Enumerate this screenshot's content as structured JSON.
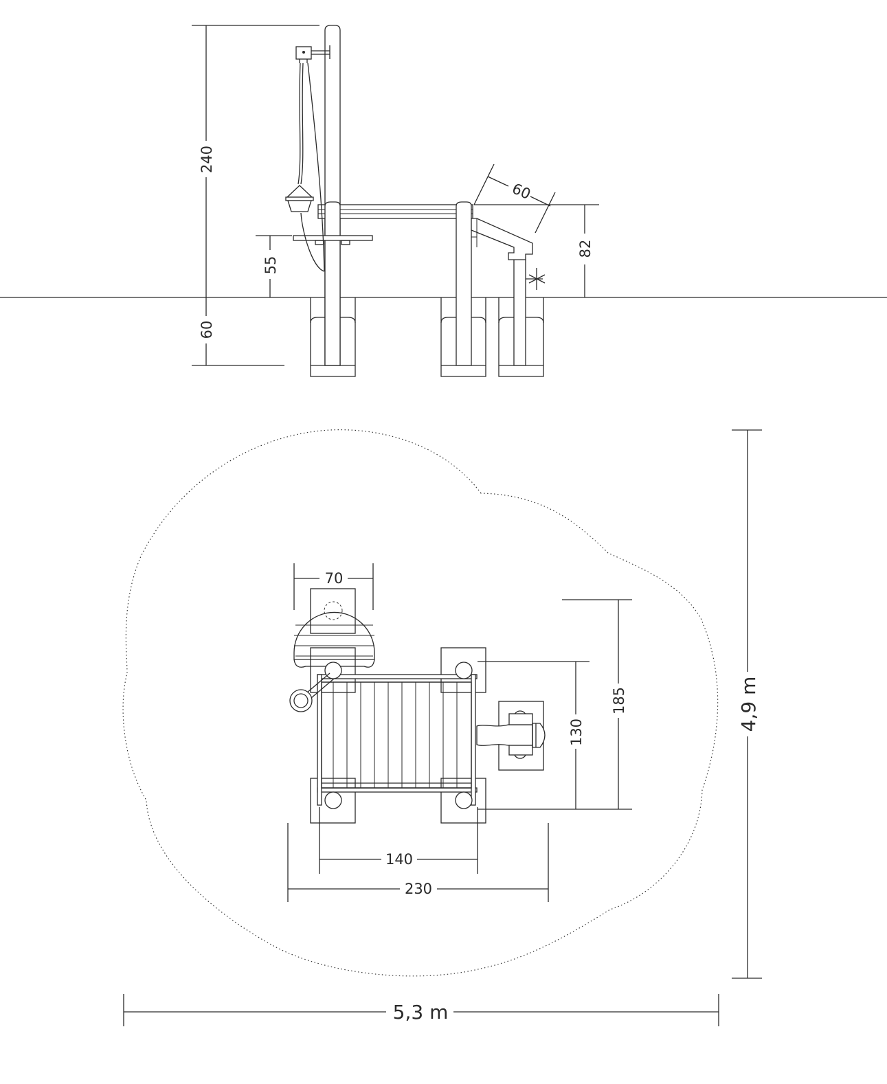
{
  "side_view": {
    "dims": {
      "height_total": "240",
      "foundation_depth": "60",
      "lower_step_height": "55",
      "deck_height": "82",
      "slide_offset": "60"
    }
  },
  "plan_view": {
    "dims": {
      "bucket_width": "70",
      "depth_outer": "185",
      "depth_inner": "130",
      "width_inner": "140",
      "width_outer": "230",
      "area_width": "5,3 m",
      "area_depth": "4,9 m"
    }
  },
  "colors": {
    "line": "#2a2a2a",
    "background": "#ffffff"
  }
}
